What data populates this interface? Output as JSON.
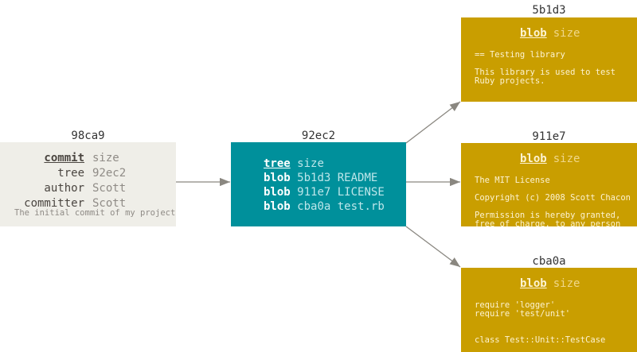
{
  "commit": {
    "id": "98ca9",
    "type": "commit",
    "size": "size",
    "tree_key": "tree",
    "tree_val": "92ec2",
    "author_key": "author",
    "author_val": "Scott",
    "committer_key": "committer",
    "committer_val": "Scott",
    "message": "The initial commit of my project"
  },
  "tree": {
    "id": "92ec2",
    "type": "tree",
    "size": "size",
    "entries": [
      {
        "kind": "blob",
        "hash": "5b1d3",
        "name": "README"
      },
      {
        "kind": "blob",
        "hash": "911e7",
        "name": "LICENSE"
      },
      {
        "kind": "blob",
        "hash": "cba0a",
        "name": "test.rb"
      }
    ]
  },
  "blobs": [
    {
      "id": "5b1d3",
      "type": "blob",
      "size": "size",
      "lines": [
        "== Testing library",
        "",
        "This library is used to test",
        "Ruby projects."
      ]
    },
    {
      "id": "911e7",
      "type": "blob",
      "size": "size",
      "lines": [
        "The MIT License",
        "",
        "Copyright (c) 2008 Scott Chacon",
        "",
        "Permission is hereby granted,",
        "free of charge, to any person"
      ]
    },
    {
      "id": "cba0a",
      "type": "blob",
      "size": "size",
      "lines": [
        "require 'logger'",
        "require 'test/unit'",
        "",
        "",
        "class Test::Unit::TestCase"
      ]
    }
  ],
  "colors": {
    "commit": "#efeee8",
    "tree": "#00909b",
    "blob": "#c99e00",
    "arrow": "#8a8780"
  }
}
